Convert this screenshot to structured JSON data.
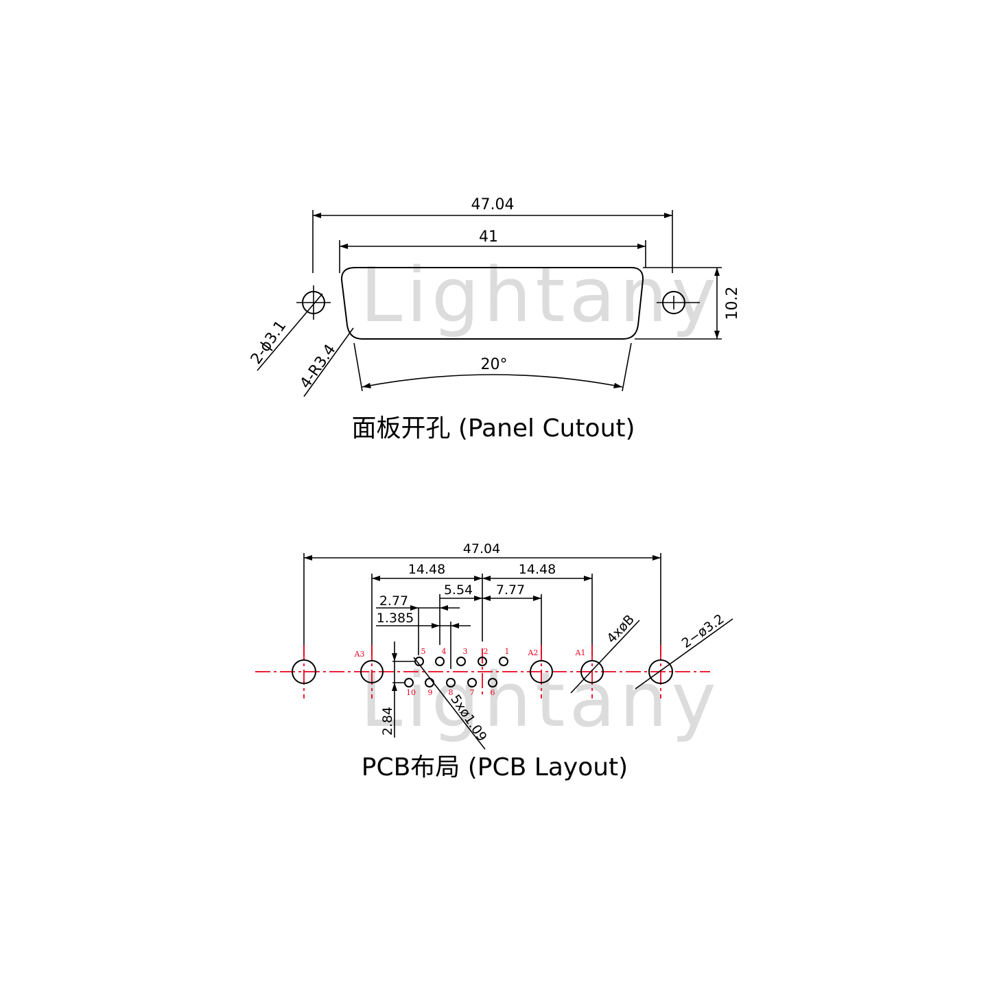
{
  "watermark": "Lightany",
  "panel_cutout": {
    "title": "面板开孔 (Panel Cutout)",
    "overall_width": "47.04",
    "shell_width": "41",
    "height": "10.2",
    "mount_holes": "2-ϕ3.1",
    "corner_radius": "4-R3.4",
    "angle": "20°"
  },
  "pcb_layout": {
    "title": "PCB布局 (PCB Layout)",
    "overall_width": "47.04",
    "left_half": "14.48",
    "right_half": "14.48",
    "d_5_54": "5.54",
    "d_7_77": "7.77",
    "d_2_77": "2.77",
    "d_1_385": "1.385",
    "row_pitch": "2.84",
    "pin_holes": "5xø1.09",
    "coax_holes": "4xøB",
    "mount_holes": "2−ø3.2",
    "pin_labels": [
      "1",
      "2",
      "3",
      "4",
      "5",
      "6",
      "7",
      "8",
      "9",
      "10",
      "A1",
      "A2",
      "A3"
    ]
  },
  "colors": {
    "line": "#000000",
    "centerline": "#e8001c",
    "watermark": "#dcdcdc"
  }
}
